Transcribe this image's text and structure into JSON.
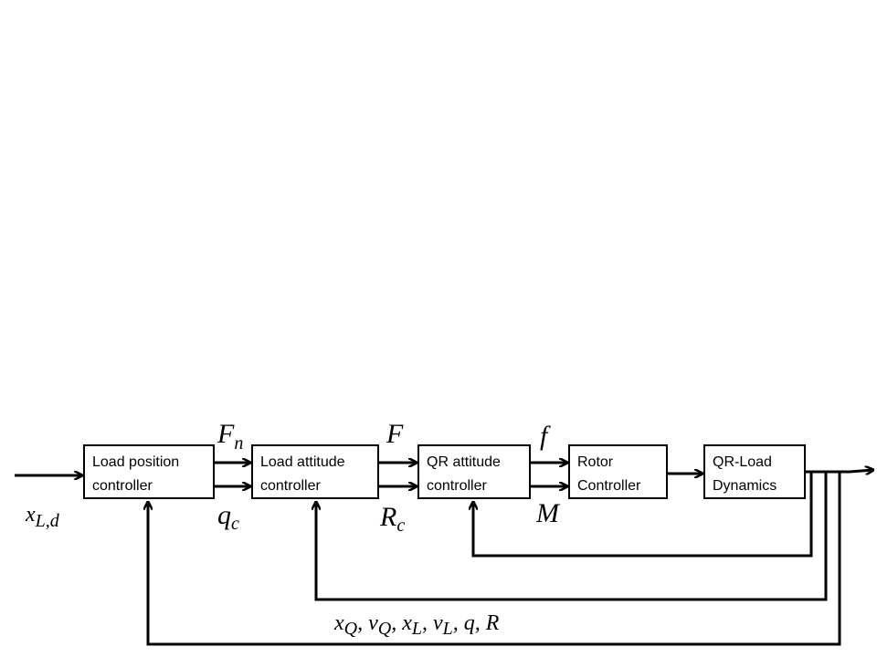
{
  "blocks": {
    "load_position": {
      "line1": "Load position",
      "line2": "controller"
    },
    "load_attitude": {
      "line1": "Load attitude",
      "line2": "controller"
    },
    "qr_attitude": {
      "line1": "QR attitude",
      "line2": "controller"
    },
    "rotor": {
      "line1": "Rotor",
      "line2": "Controller"
    },
    "dynamics": {
      "line1": "QR-Load",
      "line2": "Dynamics"
    }
  },
  "signals": {
    "input": {
      "base": "x",
      "sub": "L,d"
    },
    "Fn": {
      "base": "F",
      "sub": "n"
    },
    "qc": {
      "base": "q",
      "sub": "c"
    },
    "F": {
      "base": "F"
    },
    "Rc": {
      "base": "R",
      "sub": "c"
    },
    "f": {
      "base": "f"
    },
    "M": {
      "base": "M"
    }
  },
  "feedback_label": {
    "xQ": "x",
    "xQ_sub": "Q",
    "vQ": "v",
    "vQ_sub": "Q",
    "xL": "x",
    "xL_sub": "L",
    "vL": "v",
    "vL_sub": "L",
    "q": "q",
    "R": "R",
    "sep": ","
  }
}
